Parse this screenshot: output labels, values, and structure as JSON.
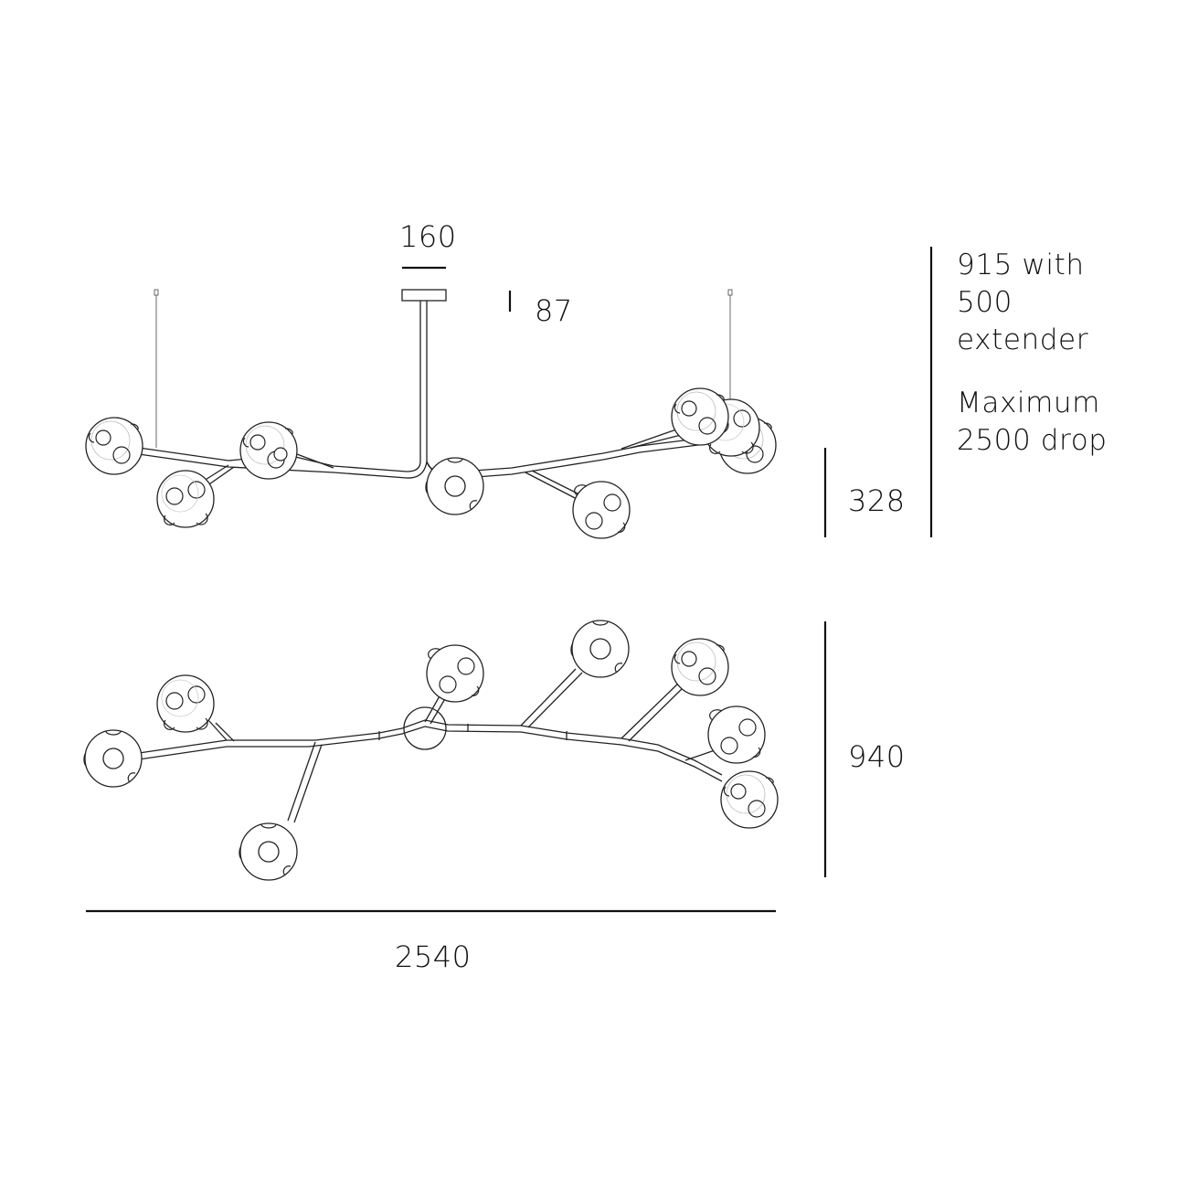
{
  "dimensions": {
    "canopy_width": "160",
    "canopy_depth": "87",
    "height": "328",
    "drop_note": "915 with\n500\nextender",
    "max_drop_note": "Maximum\n2500 drop",
    "depth": "940",
    "width": "2540"
  }
}
